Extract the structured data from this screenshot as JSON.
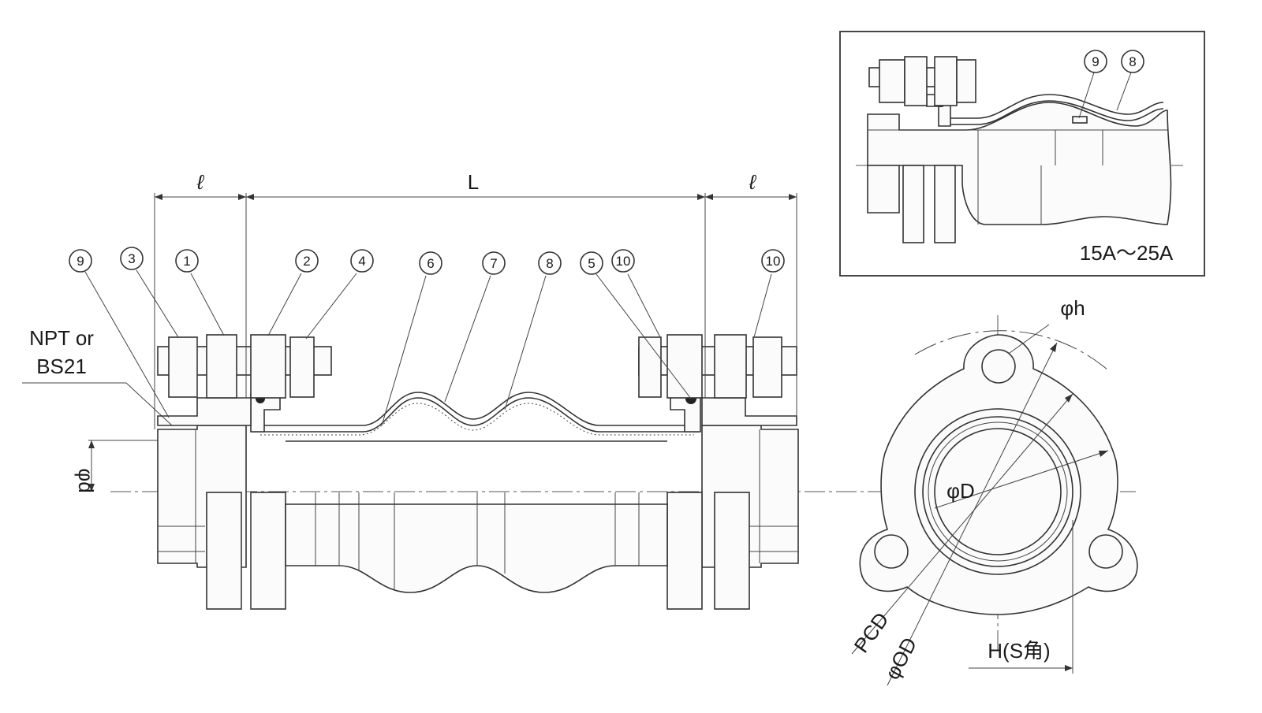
{
  "labels": {
    "thread": [
      "NPT or",
      "BS21"
    ],
    "dim_l_left": "ℓ",
    "dim_L": "L",
    "dim_l_right": "ℓ",
    "phi_d": "φd",
    "phi_h": "φh",
    "phi_D": "φD",
    "pcd": "PCD",
    "phi_OD": "φOD",
    "hex": "H(S角)",
    "size_range": "15A～25A"
  },
  "balloons": {
    "b9a": "9",
    "b3": "3",
    "b1": "1",
    "b2": "2",
    "b4": "4",
    "b6": "6",
    "b7": "7",
    "b8a": "8",
    "b5": "5",
    "b10a": "10",
    "b10b": "10",
    "b9b": "9",
    "b8b": "8"
  }
}
